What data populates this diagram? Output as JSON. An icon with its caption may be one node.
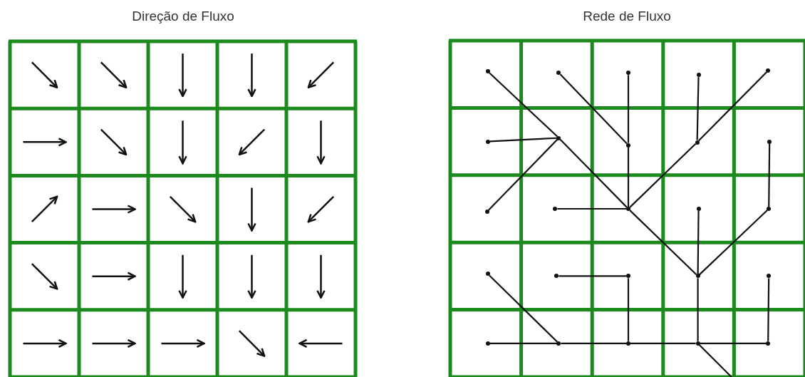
{
  "diagram": {
    "labels": [
      "Direção de Fluxo",
      "Rede de Fluxo"
    ],
    "nodes": [
      {
        "text": [],
        "shape": "circle"
      },
      {
        "text": [],
        "shape": "circle"
      },
      {
        "text": [],
        "shape": "circle"
      },
      {
        "text": [],
        "shape": "circle"
      },
      {
        "text": [],
        "shape": "circle"
      },
      {
        "text": [],
        "shape": "circle"
      },
      {
        "text": [],
        "shape": "circle"
      },
      {
        "text": [],
        "shape": "circle"
      },
      {
        "text": [],
        "shape": "circle"
      },
      {
        "text": [],
        "shape": "circle"
      },
      {
        "text": [],
        "shape": "circle"
      },
      {
        "text": [],
        "shape": "circle"
      },
      {
        "text": [],
        "shape": "circle"
      },
      {
        "text": [],
        "shape": "circle"
      },
      {
        "text": [],
        "shape": "circle"
      },
      {
        "text": [],
        "shape": "circle"
      },
      {
        "text": [],
        "shape": "circle"
      },
      {
        "text": [],
        "shape": "circle"
      },
      {
        "text": [],
        "shape": "circle"
      },
      {
        "text": [],
        "shape": "circle"
      },
      {
        "text": [],
        "shape": "circle"
      },
      {
        "text": [],
        "shape": "circle"
      },
      {
        "text": [],
        "shape": "circle"
      },
      {
        "text": [],
        "shape": "circle"
      },
      {
        "text": [],
        "shape": "circle"
      }
    ],
    "edges": [
      {
        "from": 0,
        "to": 6,
        "arrow": "none"
      },
      {
        "from": 1,
        "to": 7,
        "arrow": "none"
      },
      {
        "from": 2,
        "to": 7,
        "arrow": "none"
      },
      {
        "from": 3,
        "to": 8,
        "arrow": "none"
      },
      {
        "from": 4,
        "to": 8,
        "arrow": "none"
      },
      {
        "from": 5,
        "to": 6,
        "arrow": "none"
      },
      {
        "from": 6,
        "to": 12,
        "arrow": "none"
      },
      {
        "from": 7,
        "to": 12,
        "arrow": "none"
      },
      {
        "from": 8,
        "to": 12,
        "arrow": "none"
      },
      {
        "from": 9,
        "to": 14,
        "arrow": "none"
      },
      {
        "from": 10,
        "to": 6,
        "arrow": "none"
      },
      {
        "from": 11,
        "to": 12,
        "arrow": "none"
      },
      {
        "from": 12,
        "to": 18,
        "arrow": "none"
      },
      {
        "from": 13,
        "to": 18,
        "arrow": "none"
      },
      {
        "from": 14,
        "to": 18,
        "arrow": "none"
      },
      {
        "from": 15,
        "to": 21,
        "arrow": "none"
      },
      {
        "from": 16,
        "to": 17,
        "arrow": "none"
      },
      {
        "from": 17,
        "to": 22,
        "arrow": "none"
      },
      {
        "from": 18,
        "to": 23,
        "arrow": "none"
      },
      {
        "from": 19,
        "to": 24,
        "arrow": "none"
      },
      {
        "from": 20,
        "to": 21,
        "arrow": "none"
      },
      {
        "from": 21,
        "to": 22,
        "arrow": "none"
      },
      {
        "from": 22,
        "to": 23,
        "arrow": "none"
      },
      {
        "from": 23,
        "to": null,
        "arrow": "none"
      },
      {
        "from": 24,
        "to": 23,
        "arrow": "none"
      }
    ]
  }
}
